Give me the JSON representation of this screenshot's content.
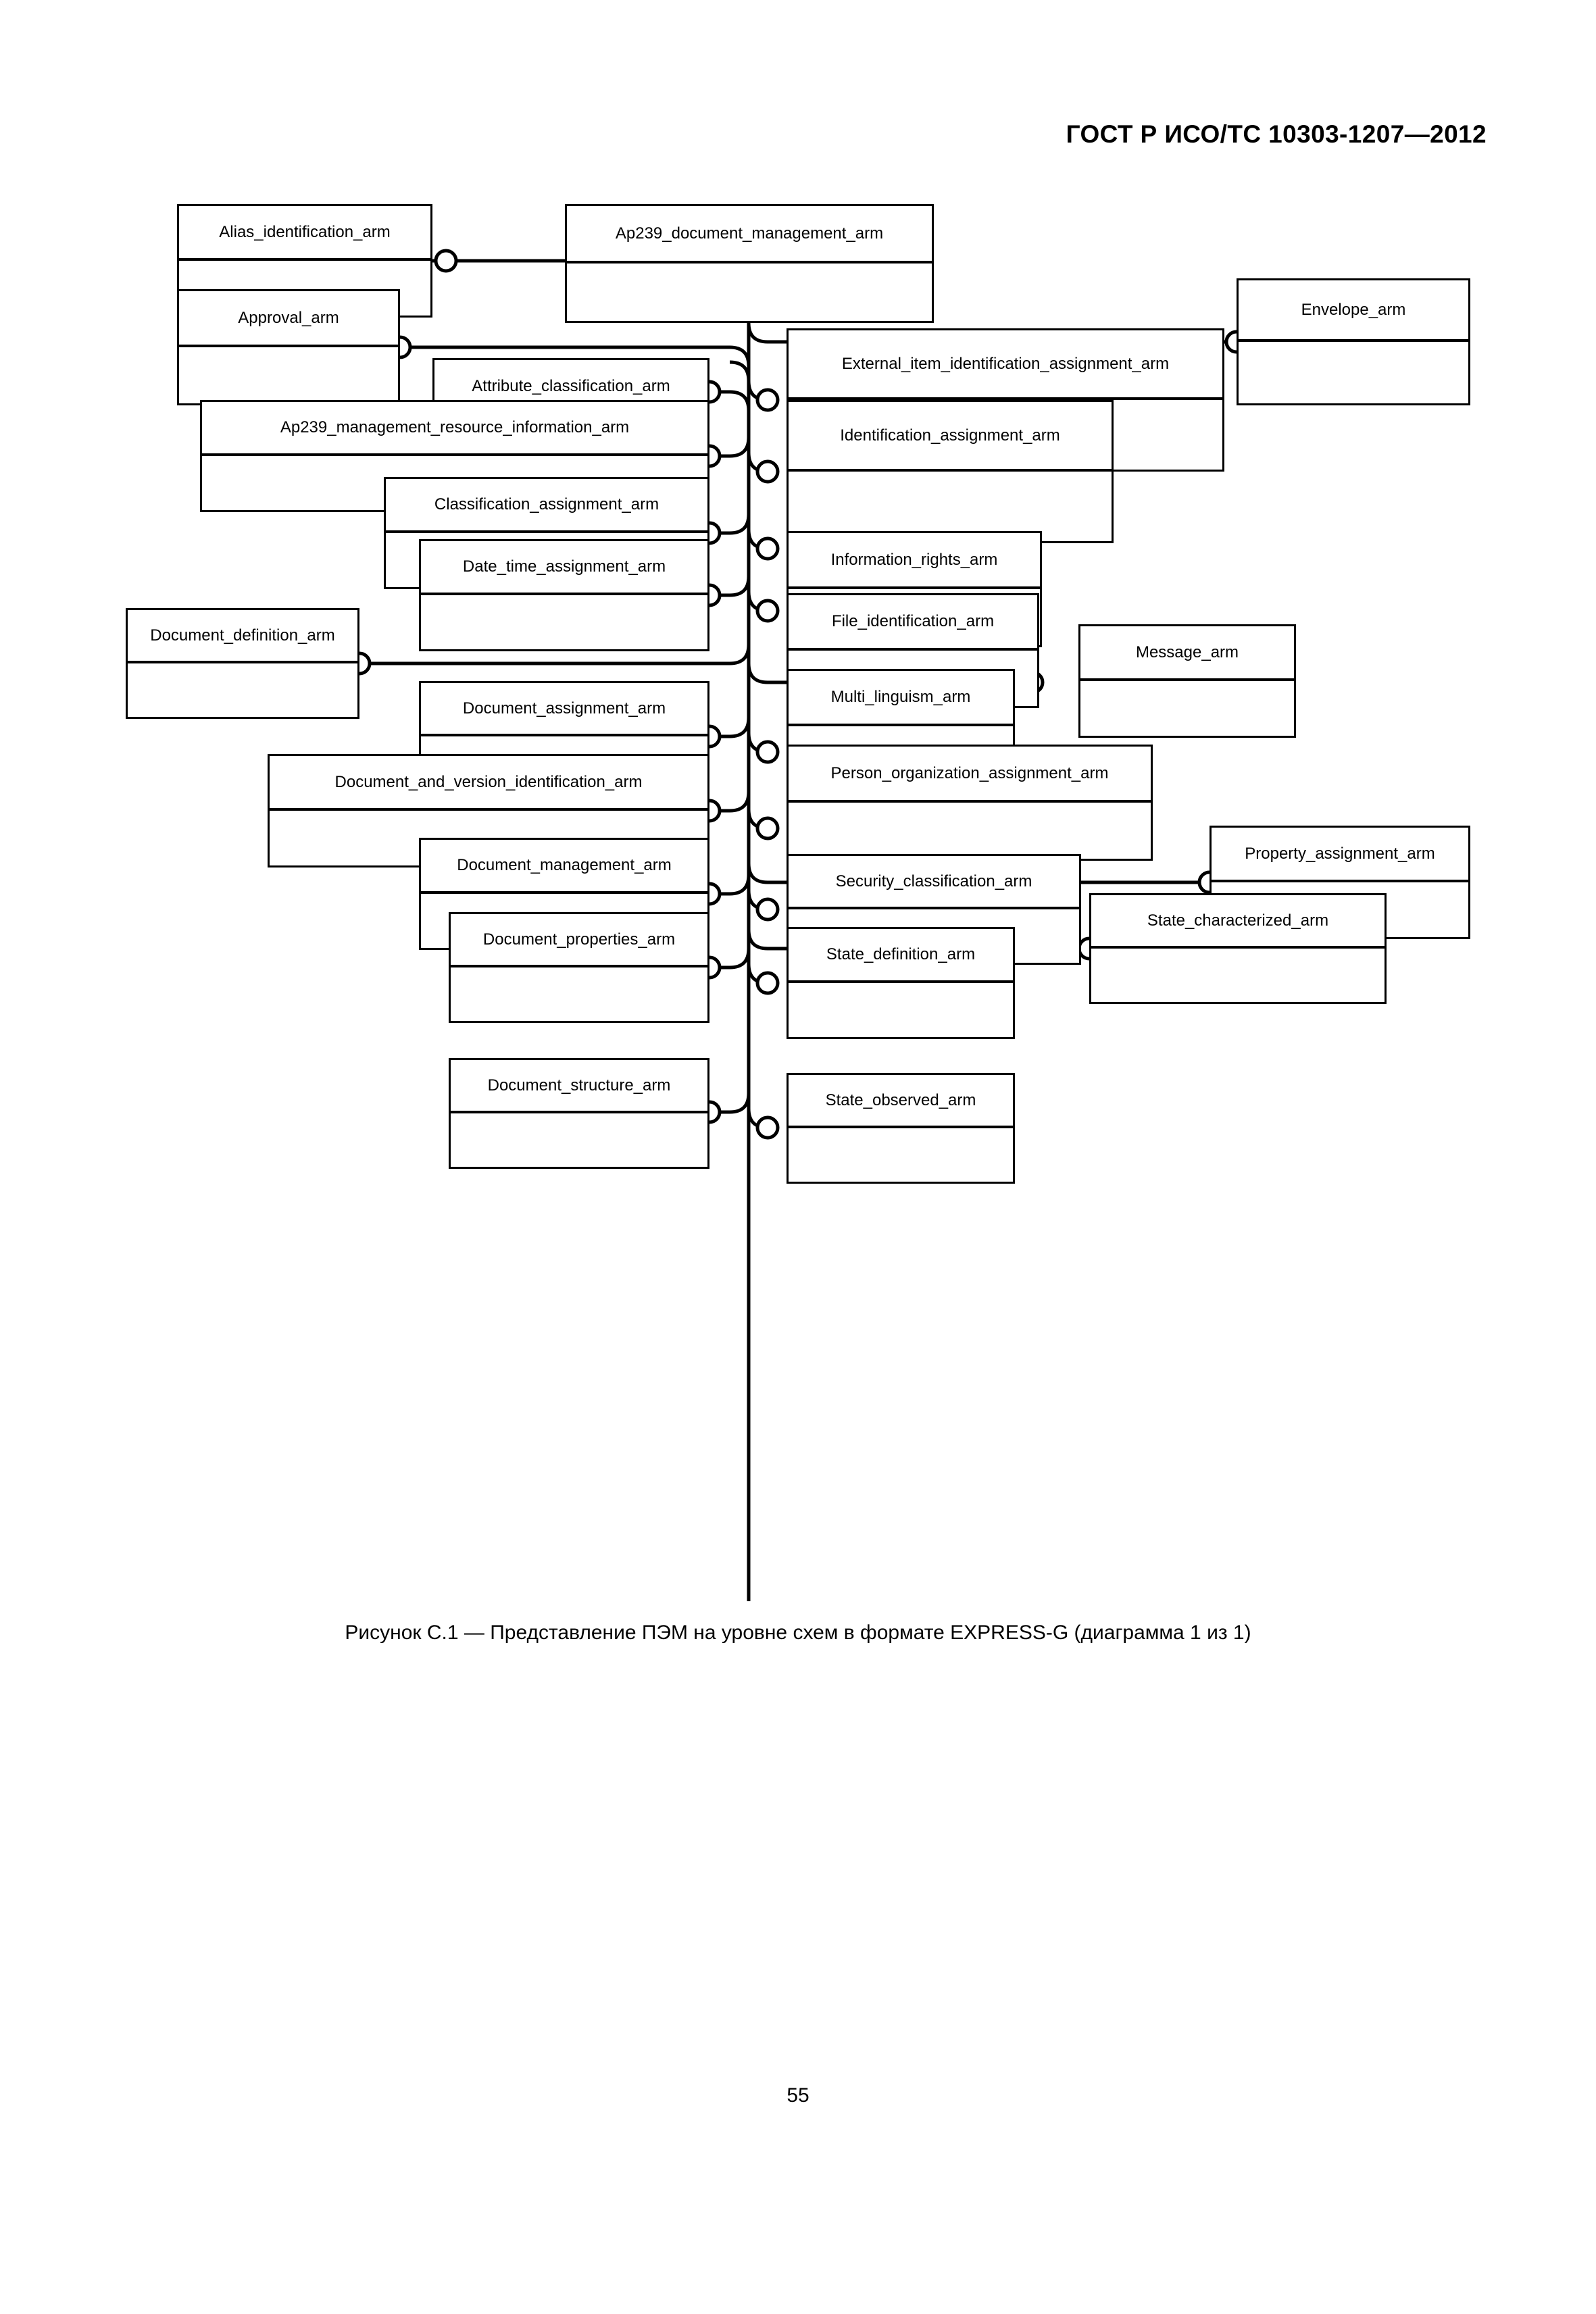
{
  "header": {
    "standard_ref": "ГОСТ Р ИСО/ТС 10303-1207—2012"
  },
  "figure": {
    "caption": "Рисунок  С.1 — Представление ПЭМ на уровне схем в формате EXPRESS-G (диаграмма 1 из 1)",
    "page_number": "55",
    "diagram_type": "EXPRESS-G schema-level diagram",
    "entities": [
      {
        "id": "alias_identification_arm",
        "label": "Alias_identification_arm"
      },
      {
        "id": "ap239_document_management_arm",
        "label": "Ap239_document_management_arm"
      },
      {
        "id": "envelope_arm",
        "label": "Envelope_arm"
      },
      {
        "id": "approval_arm",
        "label": "Approval_arm"
      },
      {
        "id": "external_item_identification_assignment_arm",
        "label": "External_item_identification_assignment_arm"
      },
      {
        "id": "attribute_classification_arm",
        "label": "Attribute_classification_arm"
      },
      {
        "id": "identification_assignment_arm",
        "label": "Identification_assignment_arm"
      },
      {
        "id": "ap239_management_resource_information_arm",
        "label": "Ap239_management_resource_information_arm"
      },
      {
        "id": "information_rights_arm",
        "label": "Information_rights_arm"
      },
      {
        "id": "classification_assignment_arm",
        "label": "Classification_assignment_arm"
      },
      {
        "id": "file_identification_arm",
        "label": "File_identification_arm"
      },
      {
        "id": "date_time_assignment_arm",
        "label": "Date_time_assignment_arm"
      },
      {
        "id": "message_arm",
        "label": "Message_arm"
      },
      {
        "id": "document_definition_arm",
        "label": "Document_definition_arm"
      },
      {
        "id": "multi_linguism_arm",
        "label": "Multi_linguism_arm"
      },
      {
        "id": "document_assignment_arm",
        "label": "Document_assignment_arm"
      },
      {
        "id": "person_organization_assignment_arm",
        "label": "Person_organization_assignment_arm"
      },
      {
        "id": "document_and_version_identification_arm",
        "label": "Document_and_version_identification_arm"
      },
      {
        "id": "property_assignment_arm",
        "label": "Property_assignment_arm"
      },
      {
        "id": "document_management_arm",
        "label": "Document_management_arm"
      },
      {
        "id": "security_classification_arm",
        "label": "Security_classification_arm"
      },
      {
        "id": "state_characterized_arm",
        "label": "State_characterized_arm"
      },
      {
        "id": "document_properties_arm",
        "label": "Document_properties_arm"
      },
      {
        "id": "state_definition_arm",
        "label": "State_definition_arm"
      },
      {
        "id": "document_structure_arm",
        "label": "Document_structure_arm"
      },
      {
        "id": "state_observed_arm",
        "label": "State_observed_arm"
      }
    ]
  }
}
